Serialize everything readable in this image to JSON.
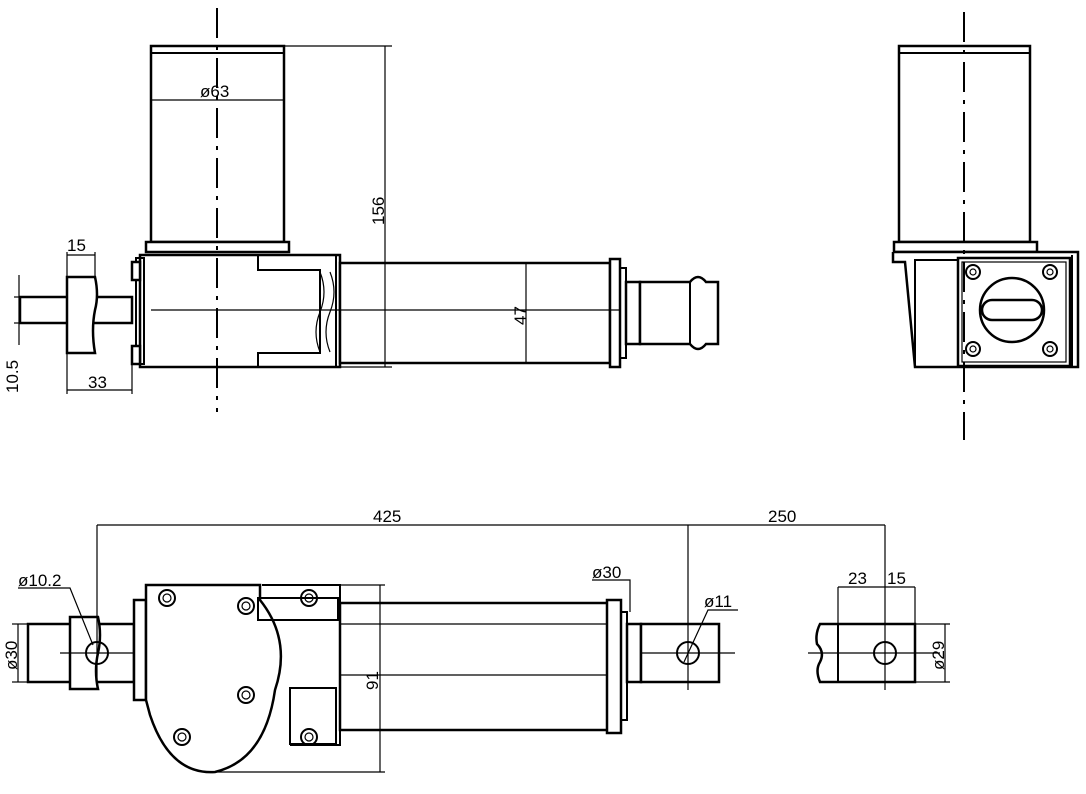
{
  "colors": {
    "line": "#000000",
    "background": "#ffffff"
  },
  "dimensions": {
    "motor_diameter": "ø63",
    "total_height": "156",
    "tube_height": "47",
    "rear_clevis_width": "15",
    "rear_offset": "33",
    "rear_clevis_thickness": "10.5",
    "installed_length": "425",
    "stroke": "250",
    "rear_hole": "ø10.2",
    "rear_clevis_height": "ø30",
    "front_tube_diameter": "ø30",
    "front_hole": "ø11",
    "gearbox_width": "91",
    "end_offset": "23",
    "end_clevis_width": "15",
    "end_rod_diameter": "ø29"
  }
}
